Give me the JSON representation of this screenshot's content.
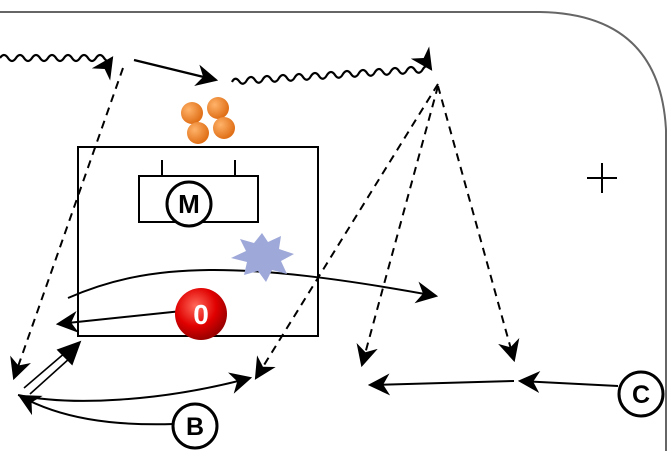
{
  "labels": {
    "m": "M",
    "zero": "0",
    "b": "B",
    "c": "C"
  },
  "colors": {
    "ink": "#000000",
    "cluster": "#f08a2a",
    "burst": "#9fa9d9",
    "red_badge": "#e00000",
    "rink_border": "#666666"
  },
  "icons": {
    "plus": "crosshair-plus-icon",
    "burst": "starburst-icon",
    "cluster": "orange-dots-cluster-icon"
  }
}
